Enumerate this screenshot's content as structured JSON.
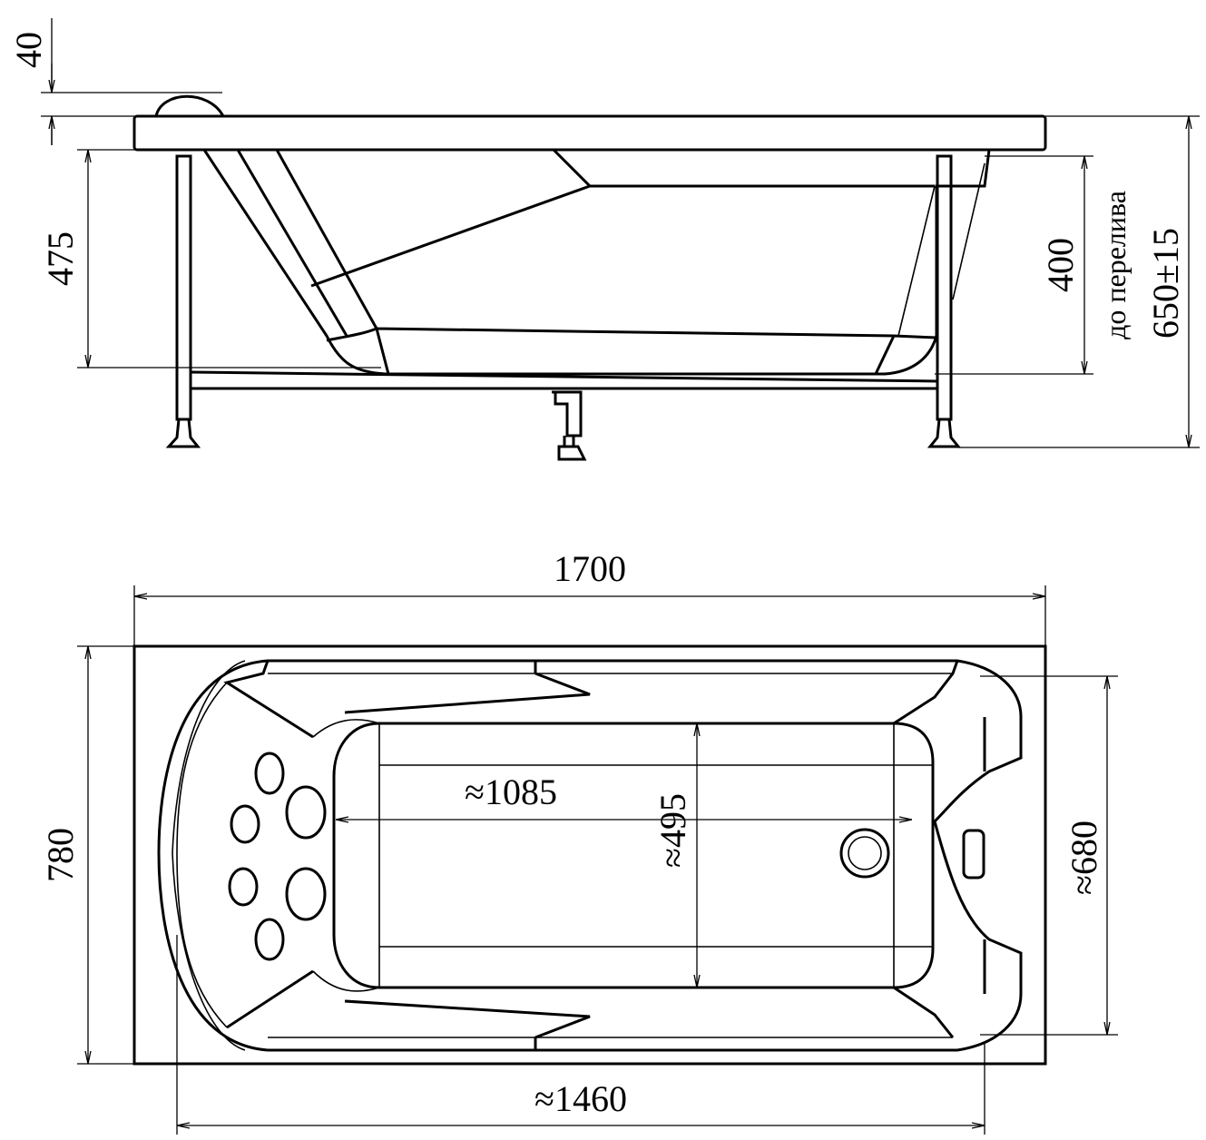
{
  "side_view": {
    "dim_top_offset": "40",
    "dim_rim_to_bottom": "475",
    "dim_overflow": "400",
    "overflow_note": "до перелива",
    "dim_total_height": "650±15"
  },
  "top_view": {
    "dim_length": "1700",
    "dim_width": "780",
    "dim_inner_bottom_length": "≈1085",
    "dim_inner_bottom_width": "≈495",
    "dim_inner_width": "≈680",
    "dim_inner_length": "≈1460"
  }
}
